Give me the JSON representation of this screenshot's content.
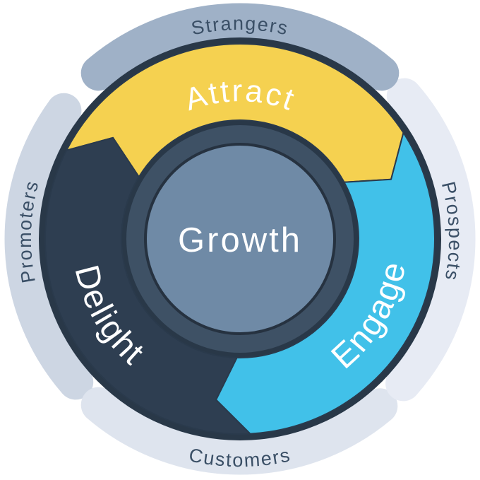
{
  "diagram": {
    "background": "#ffffff",
    "center": {
      "label": "Growth",
      "fill": "#6f8aa6",
      "stroke": "#263240",
      "text_color": "#ffffff"
    },
    "hub": {
      "fill": "#3e5165"
    },
    "wheel": {
      "outline": "#293848"
    },
    "segments": {
      "attract": {
        "label": "Attract",
        "color": "#f5d150",
        "text_color": "#ffffff"
      },
      "engage": {
        "label": "Engage",
        "color": "#41c1e9",
        "text_color": "#ffffff"
      },
      "delight": {
        "label": "Delight",
        "color": "#2e3e51",
        "text_color": "#ffffff"
      }
    },
    "ring": {
      "label_color": "#3a4f66",
      "strangers": {
        "label": "Strangers",
        "color": "#9fb1c7"
      },
      "prospects": {
        "label": "Prospects",
        "color": "#e7ebf4"
      },
      "customers": {
        "label": "Customers",
        "color": "#dee4ee"
      },
      "promoters": {
        "label": "Promoters",
        "color": "#cdd6e3"
      }
    }
  }
}
